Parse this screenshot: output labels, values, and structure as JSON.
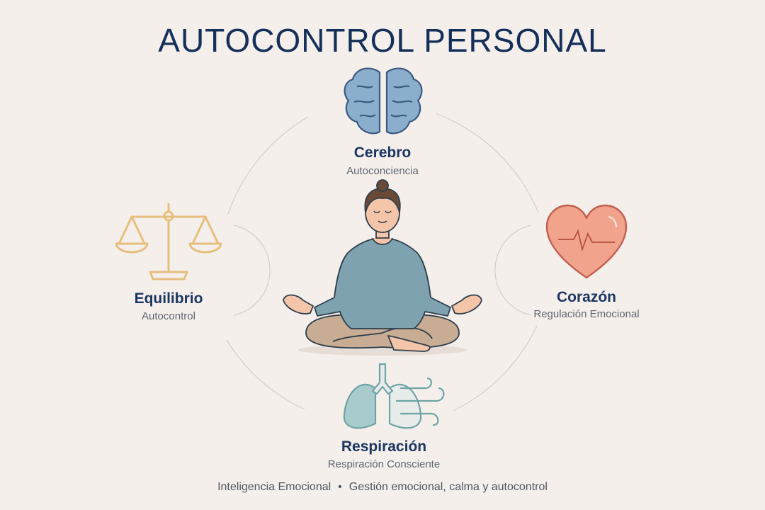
{
  "title": "AUTOCONTROL PERSONAL",
  "nodes": {
    "brain": {
      "title": "Cerebro",
      "subtitle": "Autoconciencia"
    },
    "heart": {
      "title": "Corazón",
      "subtitle": "Regulación Emocional"
    },
    "balance": {
      "title": "Equilibrio",
      "subtitle": "Autocontrol"
    },
    "breath": {
      "title": "Respiración",
      "subtitle": "Respiración Consciente"
    }
  },
  "footer": {
    "left": "Inteligencia Emocional",
    "separator": "•",
    "right": "Gestión emocional, calma y autocontrol"
  },
  "icons": [
    "brain-icon",
    "heart-icon",
    "balance-scale-icon",
    "lungs-icon",
    "wind-icon",
    "meditating-person"
  ],
  "colors": {
    "title": "#14305a",
    "brain": "#8aaecc",
    "heart": "#f2a38c",
    "balance": "#e6be7e",
    "lungs": "#a8cccd",
    "sweater": "#7fa2b1",
    "pants": "#c8ac93",
    "ring": "#d8ccc6",
    "background": "#f5efec"
  }
}
